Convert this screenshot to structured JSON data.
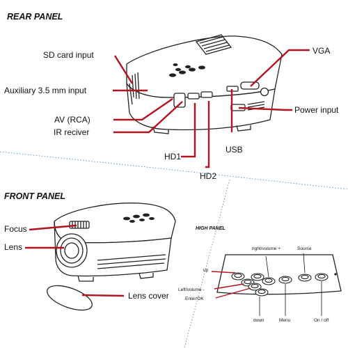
{
  "rear_panel": {
    "title": "REAR PANEL",
    "labels": {
      "sd_card": "SD card input",
      "aux": "Auxiliary 3.5 mm input",
      "av": "AV (RCA)",
      "ir": "IR reciver",
      "vga": "VGA",
      "power": "Power input",
      "hd1": "HD1",
      "hd2": "HD2",
      "usb": "USB"
    }
  },
  "front_panel": {
    "title": "FRONT PANEL",
    "labels": {
      "focus": "Focus",
      "lens": "Lens",
      "lens_cover": "Lens cover"
    }
  },
  "high_panel": {
    "title": "HIGH PANEL",
    "labels": {
      "right_volume": "right/volume +",
      "source": "Source",
      "up": "up",
      "left_volume": "Left/volume -",
      "enter_ok": "Enter/OK",
      "down": "down",
      "menu": "Menu",
      "on_off": "On / off"
    }
  },
  "colors": {
    "accent": "#b3121f",
    "ink": "#222222",
    "divider": "#4a8fc9"
  }
}
